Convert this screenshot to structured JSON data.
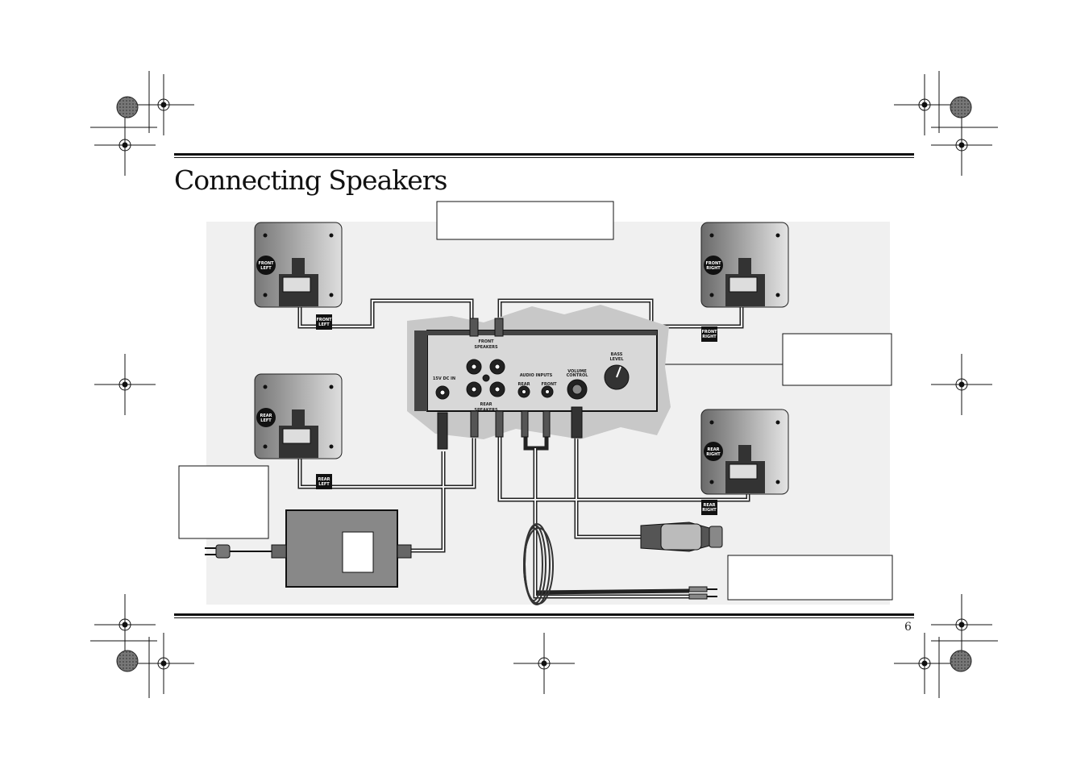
{
  "page": {
    "title": "Connecting Speakers",
    "page_number": "6"
  },
  "speakers": {
    "front_left": {
      "badge": [
        "FRONT",
        "LEFT"
      ],
      "tag": [
        "FRONT",
        "LEFT"
      ]
    },
    "front_right": {
      "badge": [
        "FRONT",
        "RIGHT"
      ],
      "tag": [
        "FRONT",
        "RIGHT"
      ]
    },
    "rear_left": {
      "badge": [
        "REAR",
        "LEFT"
      ],
      "tag": [
        "REAR",
        "LEFT"
      ]
    },
    "rear_right": {
      "badge": [
        "REAR",
        "RIGHT"
      ],
      "tag": [
        "REAR",
        "RIGHT"
      ]
    }
  },
  "panel": {
    "front_speakers": [
      "FRONT",
      "SPEAKERS"
    ],
    "rear_speakers": [
      "REAR",
      "SPEAKERS"
    ],
    "dc_in": "15V DC IN",
    "audio_inputs": "AUDIO INPUTS",
    "rear": "REAR",
    "front": "FRONT",
    "volume_control": [
      "VOLUME",
      "CONTROL"
    ],
    "bass_level": [
      "BASS",
      "LEVEL"
    ]
  },
  "colors": {
    "line": "#111111",
    "speaker_dark": "#7a7a7a",
    "speaker_light": "#d6d6d6",
    "panel_bg": "#c8c8c8"
  }
}
